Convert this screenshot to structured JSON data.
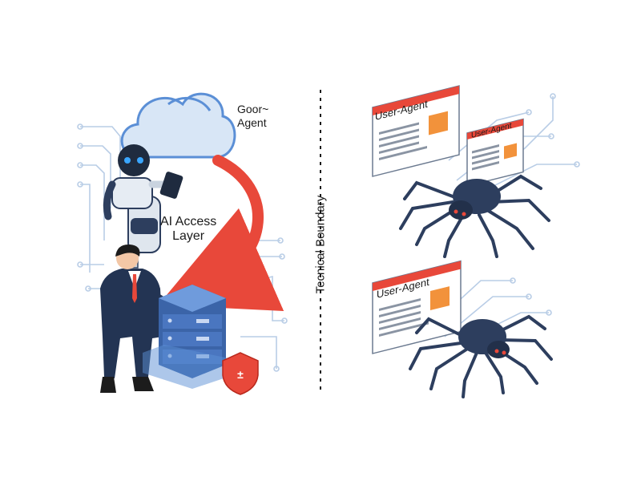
{
  "labels": {
    "goor_agent_line1": "Goor~",
    "goor_agent_line2": "Agent",
    "ai_access_line1": "AI Access",
    "ai_access_line2": "Layer",
    "technical_boundary": "Tecnical Boundary",
    "browser_window_1": "User-Agent",
    "browser_window_2": "User-Agent",
    "browser_window_3": "User-Agent"
  },
  "colors": {
    "accent_red": "#e8483a",
    "navy": "#2d3e5e",
    "server_blue": "#4a76c0",
    "cloud_blue": "#5b8fd6",
    "circuit_blue": "#b9cde6",
    "folder_orange": "#f2923b"
  },
  "icons": [
    "cloud-icon",
    "robot-icon",
    "tablet-icon",
    "businessman-icon",
    "server-stack-icon",
    "shield-icon",
    "browser-window-icon",
    "folder-icon",
    "spider-icon",
    "curved-arrow-icon"
  ]
}
